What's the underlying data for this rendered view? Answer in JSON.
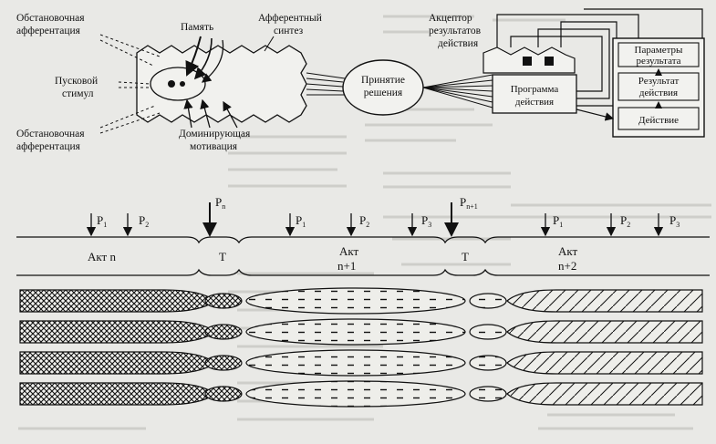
{
  "top_diagram": {
    "left_labels": {
      "situational_afferentation_top": [
        "Обстановочная",
        "афферентация"
      ],
      "trigger_stimulus": [
        "Пусковой",
        "стимул"
      ],
      "situational_afferentation_bottom": [
        "Обстановочная",
        "афферентация"
      ]
    },
    "memory": "Память",
    "afferent_synthesis": [
      "Афферентный",
      "синтез"
    ],
    "dominant_motivation": [
      "Доминирующая",
      "мотивация"
    ],
    "decision": [
      "Принятие",
      "решения"
    ],
    "acceptor": [
      "Акцептор",
      "результатов",
      "действия"
    ],
    "program": [
      "Программа",
      "действия"
    ],
    "result_parameters": [
      "Параметры",
      "результата"
    ],
    "action_result": [
      "Результат",
      "действия"
    ],
    "action": "Действие"
  },
  "bottom_diagram": {
    "acts": [
      {
        "name": "Акт n",
        "line2": ""
      },
      {
        "name": "Акт",
        "line2": "n+1"
      },
      {
        "name": "Акт",
        "line2": "n+2"
      }
    ],
    "transition_label": "T",
    "p_labels": {
      "p": "P",
      "p1": "1",
      "p2": "2",
      "p3": "3",
      "pn": "n",
      "pn1": "n+1"
    }
  },
  "colors": {
    "ink": "#111111",
    "paper": "#e9e9e6",
    "background_text": "#b9b9b4"
  }
}
